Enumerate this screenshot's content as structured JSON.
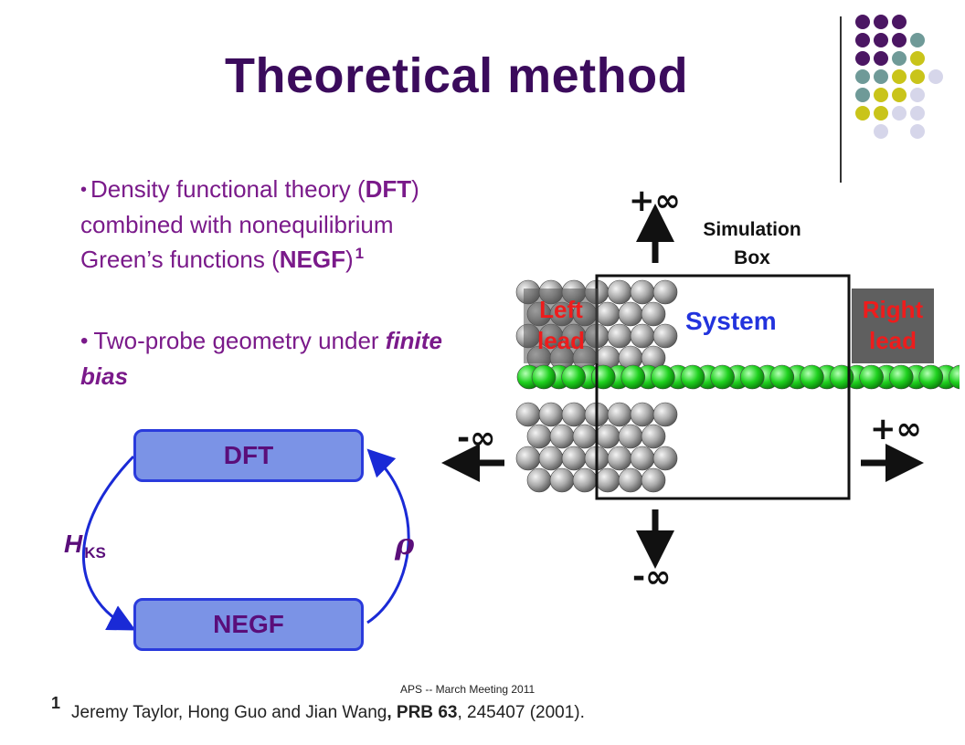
{
  "slide": {
    "title": "Theoretical method",
    "bullets": {
      "b1_text": "Density functional theory (",
      "b1_dft": "DFT",
      "b1_text2": ") combined with nonequilibrium Green’s functions (",
      "b1_negf": "NEGF",
      "b1_text3": ")",
      "b1_sup": "1",
      "b2_text": "Two-probe geometry under ",
      "b2_italic": "finite bias"
    }
  },
  "cycle": {
    "dft_label": "DFT",
    "negf_label": "NEGF",
    "hks_label": "H",
    "hks_sub": "KS",
    "rho_label": "ρ",
    "arrow_color": "#1a2ad6",
    "box_color": "#7b93e6"
  },
  "geometry_figure": {
    "sim_box_label_1": "Simulation",
    "sim_box_label_2": "Box",
    "system_label": "System",
    "left_lead_1": "Left",
    "left_lead_2": "lead",
    "right_lead_1": "Right",
    "right_lead_2": "lead",
    "plus_inf_top": "+∞",
    "minus_inf_bottom": "-∞",
    "minus_inf_left": "-∞",
    "plus_inf_right": "+∞",
    "atom_gray": "#a9a9a9",
    "atom_green": "#1fd11f",
    "lead_text_color": "#ee1c1c",
    "system_color": "#2233dd"
  },
  "footer": {
    "meeting": "APS -- March Meeting 2011",
    "ref_num": "1",
    "ref_a": "Jeremy Taylor, Hong Guo and Jian Wang",
    "ref_b": ", PRB ",
    "ref_vol": "63",
    "ref_c": ", 245407 (2001)."
  },
  "decoration": {
    "dot_colors": [
      "#4b1663",
      "#6f9a98",
      "#c9c41a",
      "#d6d6ea"
    ]
  }
}
